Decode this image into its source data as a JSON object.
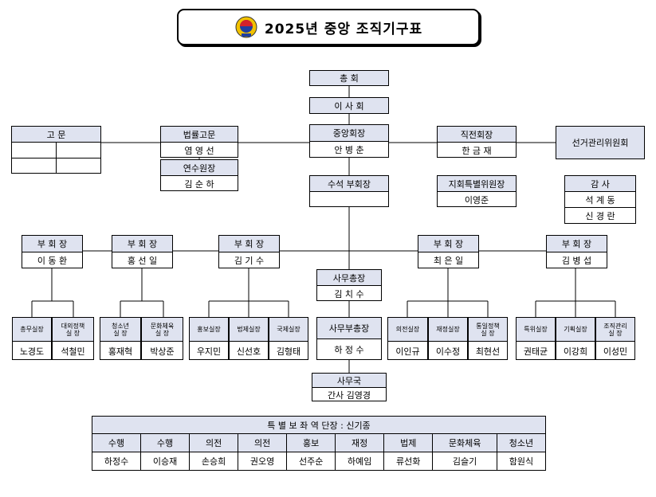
{
  "title": "2025년  중앙 조직기구표",
  "emblem_icon": "organization-emblem-icon",
  "colors": {
    "header_fill": "#dfe3f0",
    "line": "#000000"
  },
  "center": {
    "president": "총 회",
    "board": "이 사 회",
    "chair_title": "중앙회장",
    "chair_name": "안 병 춘",
    "senior_vp_title": "수석 부회장",
    "senior_vp_name": "",
    "secgen_title": "사무총장",
    "secgen_name": "김 치 수",
    "depsec_title": "사무부총장",
    "depsec_name": "하 정 수",
    "office_title": "사무국",
    "office_name": "간사 김영경"
  },
  "advisor": {
    "title": "고      문",
    "names": [
      "",
      "",
      "",
      ""
    ]
  },
  "legal": {
    "title": "법률고문",
    "name": "염 영 선"
  },
  "training": {
    "title": "연수원장",
    "name": "김 순 하"
  },
  "former": {
    "title": "직전회장",
    "name": "한 금 재"
  },
  "election": {
    "title": "선거관리위원회"
  },
  "branch_special": {
    "title": "지회특별위원장",
    "name": "이영준"
  },
  "audit": {
    "title": "감      사",
    "names": [
      "석 계 동",
      "신 경 란"
    ]
  },
  "vps": [
    {
      "title": "부 회 장",
      "name": "이 동 환",
      "depts": [
        {
          "title": "총무실장",
          "name": "노경도"
        },
        {
          "title": "대외정책\n실    장",
          "name": "석철민"
        }
      ]
    },
    {
      "title": "부 회 장",
      "name": "홍 선 일",
      "depts": [
        {
          "title": "청소년\n실  장",
          "name": "홍재혁"
        },
        {
          "title": "문화체육\n실    장",
          "name": "박상준"
        }
      ]
    },
    {
      "title": "부 회 장",
      "name": "김 기 수",
      "depts": [
        {
          "title": "홍보실장",
          "name": "우지민"
        },
        {
          "title": "법제실장",
          "name": "신선호"
        },
        {
          "title": "국제실장",
          "name": "김형태"
        }
      ]
    },
    {
      "title": "부 회 장",
      "name": "최 은 일",
      "depts": [
        {
          "title": "의전실장",
          "name": "이인규"
        },
        {
          "title": "재정실장",
          "name": "이수정"
        },
        {
          "title": "통일정책\n실    장",
          "name": "최현선"
        }
      ]
    },
    {
      "title": "부 회 장",
      "name": "김 병 섭",
      "depts": [
        {
          "title": "특위실장",
          "name": "권태균"
        },
        {
          "title": "기획실장",
          "name": "이강희"
        },
        {
          "title": "조직관리\n실    장",
          "name": "이성민"
        }
      ]
    }
  ],
  "special_aides": {
    "title": "특 별 보 좌 역 단장 : 신기종",
    "roles": [
      "수행",
      "수행",
      "의전",
      "의전",
      "홍보",
      "재정",
      "법제",
      "문화체육",
      "청소년"
    ],
    "names": [
      "하정수",
      "이승재",
      "손승희",
      "권오영",
      "선주순",
      "하예임",
      "류선화",
      "김슬기",
      "함원식"
    ]
  }
}
